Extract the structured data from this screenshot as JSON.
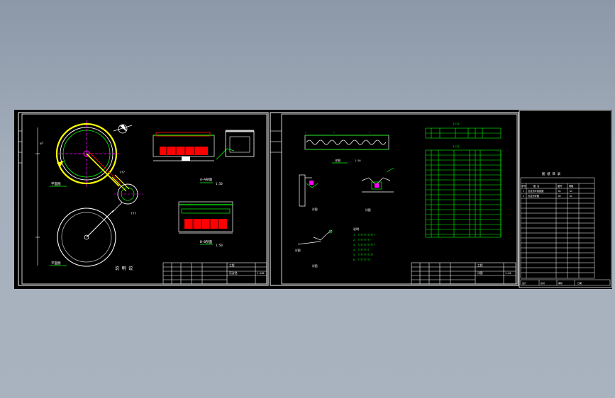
{
  "sheet1": {
    "labels": {
      "plan_top": "平面图",
      "plan_bottom": "平面图",
      "section_a": "A—A剖面",
      "section_b": "B—B剖面",
      "scale_a": "1:50",
      "scale_b": "1:50",
      "sheet_title": "说 明 说",
      "dim_1": "∅?",
      "dim_2": "???",
      "dim_3": "???"
    },
    "title_block": {
      "drawing_name": "沉淀池",
      "project": "工程",
      "scale": "1:100"
    }
  },
  "sheet2": {
    "labels": {
      "detail_1": "详图",
      "detail_2": "详图",
      "detail_3": "详图",
      "detail_4": "详图",
      "detail_5": "详图",
      "scale_1": "1:20",
      "table_top_title": "????",
      "table_main_title": "????",
      "notes_title": "说明"
    },
    "notes": [
      "1. ????????????",
      "2. ?????????",
      "3. ????????????",
      "4. ????????",
      "5. ???????????",
      "6. ?????????"
    ],
    "title_block": {
      "drawing_name": "详图",
      "project": "工程",
      "scale": "1:20"
    }
  },
  "index_sheet": {
    "title": "图 纸 目 录",
    "header_col_1": "序号",
    "header_col_2": "图 名",
    "header_col_3": "图号",
    "header_col_4": "规格",
    "row_1": [
      "1",
      "沉淀池平剖面图",
      "01",
      "A1"
    ],
    "row_2": [
      "2",
      "沉淀池详图",
      "02",
      "A1"
    ],
    "footer": [
      "设计",
      "校对",
      "审核",
      "日期"
    ]
  },
  "colors": {
    "background": "#000000",
    "frame": "#ffffff",
    "yellow": "#ffff00",
    "red": "#ff0000",
    "green": "#00ff00",
    "magenta": "#ff00ff",
    "cyan": "#00ffff"
  }
}
